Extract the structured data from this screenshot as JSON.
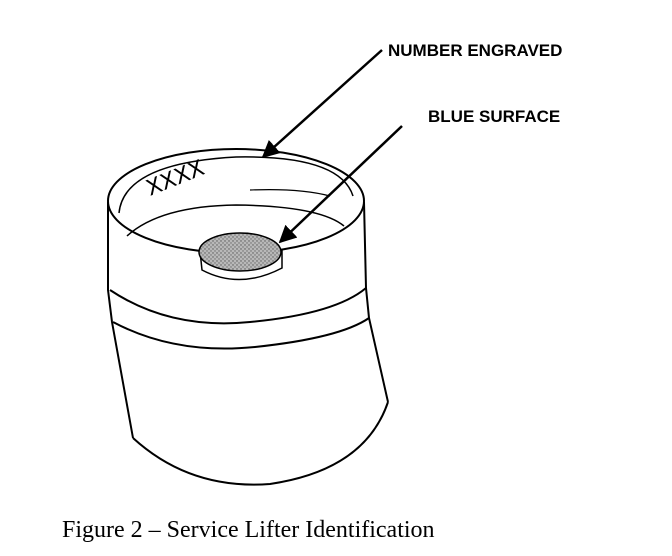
{
  "labels": {
    "number_engraved": "NUMBER ENGRAVED",
    "blue_surface": "BLUE SURFACE",
    "engraving": "XXXX"
  },
  "caption": "Figure 2 – Service Lifter Identification"
}
